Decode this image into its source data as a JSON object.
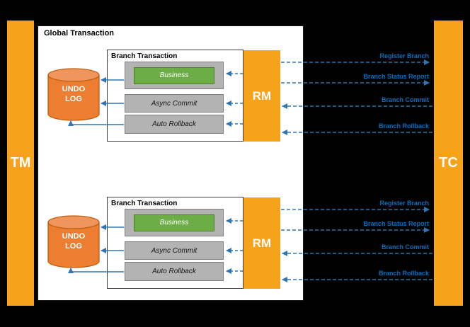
{
  "diagram": {
    "tm": {
      "label": "TM"
    },
    "tc": {
      "label": "TC"
    },
    "global": {
      "title": "Global Transaction"
    },
    "branches": [
      {
        "title": "Branch Transaction",
        "business_label": "Business",
        "async_commit_label": "Async Commit",
        "auto_rollback_label": "Auto Rollback",
        "rm_label": "RM",
        "undo_log_label": "UNDO LOG",
        "messages": [
          {
            "label": "Register Branch",
            "direction": "rm-to-tc",
            "style": "dashed"
          },
          {
            "label": "Branch Status Report",
            "direction": "rm-to-tc",
            "style": "dashed"
          },
          {
            "label": "Branch Commit",
            "direction": "tc-to-rm",
            "style": "dashed"
          },
          {
            "label": "Branch Rollback",
            "direction": "tc-to-rm",
            "style": "dashed"
          }
        ]
      },
      {
        "title": "Branch Transaction",
        "business_label": "Business",
        "async_commit_label": "Async Commit",
        "auto_rollback_label": "Auto Rollback",
        "rm_label": "RM",
        "undo_log_label": "UNDO LOG",
        "messages": [
          {
            "label": "Register Branch",
            "direction": "rm-to-tc",
            "style": "dashed"
          },
          {
            "label": "Branch Status Report",
            "direction": "rm-to-tc",
            "style": "dashed"
          },
          {
            "label": "Branch Commit",
            "direction": "tc-to-rm",
            "style": "dashed"
          },
          {
            "label": "Branch Rollback",
            "direction": "tc-to-rm",
            "style": "dashed"
          }
        ]
      }
    ],
    "colors": {
      "background": "#000000",
      "node_orange": "#F7A21B",
      "cylinder_orange": "#ED7D31",
      "cylinder_top": "#F0955B",
      "business_green": "#6CAE45",
      "box_gray": "#B3B3B3",
      "arrow_blue": "#2E75B6",
      "message_label_blue": "#0070C0"
    }
  }
}
